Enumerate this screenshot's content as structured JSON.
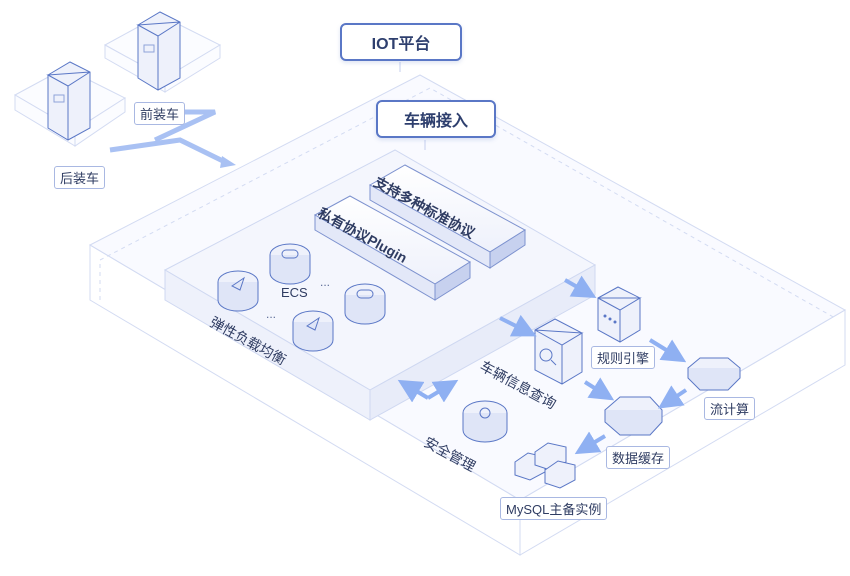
{
  "title_top": "IOT平台",
  "title_access": "车辆接入",
  "vehicles": {
    "front": "前装车",
    "rear": "后装车"
  },
  "protocol_bars": {
    "standard": "支持多种标准协议",
    "private": "私有协议Plugin"
  },
  "compute": {
    "ecs": "ECS",
    "ellipsis": "...",
    "slb": "弹性负载均衡"
  },
  "services": {
    "rule_engine": "规则引擎",
    "stream_compute": "流计算",
    "vehicle_query": "车辆信息查询",
    "data_cache": "数据缓存",
    "security": "安全管理",
    "mysql": "MySQL主备实例"
  },
  "colors": {
    "accent": "#5a77c6",
    "arrow": "#8fb0f2",
    "platform_line": "#c9d3f0"
  }
}
